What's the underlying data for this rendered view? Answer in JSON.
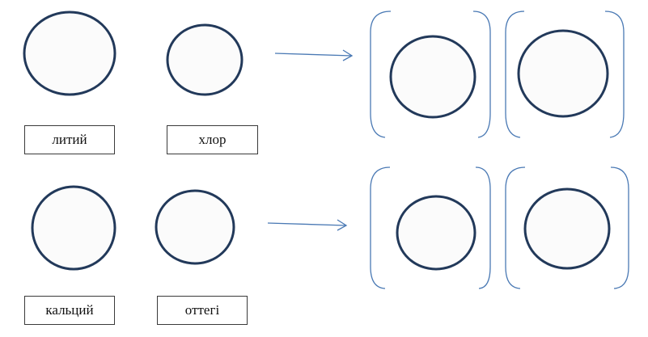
{
  "labels": {
    "lithium": "литий",
    "chlorine": "хлор",
    "calcium": "кальций",
    "oxygen": "оттегі"
  },
  "colors": {
    "atom_stroke": "#22395a",
    "atom_fill": "#fbfbfb",
    "bracket_stroke": "#4a79b4",
    "arrow_stroke": "#4a79b4",
    "label_border": "#3a3a3a"
  },
  "icons": {
    "arrow": "right-arrow"
  }
}
